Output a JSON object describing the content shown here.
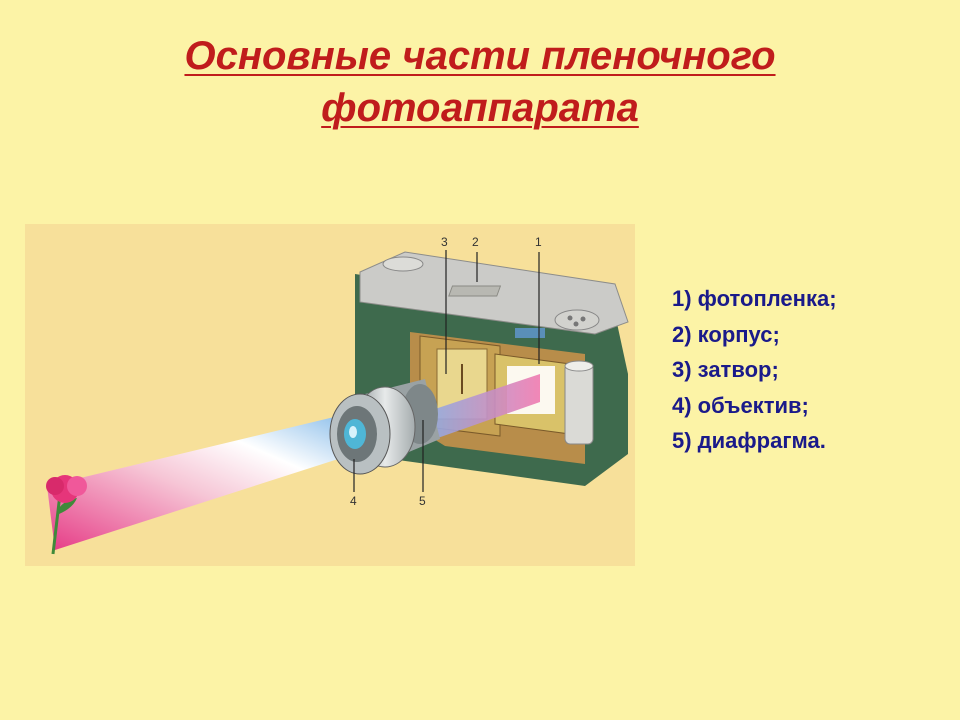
{
  "title": {
    "line1": "Основные части пленочного",
    "line2": "фотоаппарата"
  },
  "figure": {
    "callouts": [
      "3",
      "2",
      "1",
      "4",
      "5"
    ],
    "colors": {
      "background": "#fcf3a6",
      "figure_bg": "#f7e09a",
      "title": "#c01c1c",
      "list_text": "#1a1a8a",
      "camera_top": "#c9c9c6",
      "camera_body": "#3f6b4e",
      "interior": "#a07a3a"
    }
  },
  "parts": [
    "1) фотопленка;",
    "2) корпус;",
    "3) затвор;",
    "4) объектив;",
    "5) диафрагма."
  ]
}
